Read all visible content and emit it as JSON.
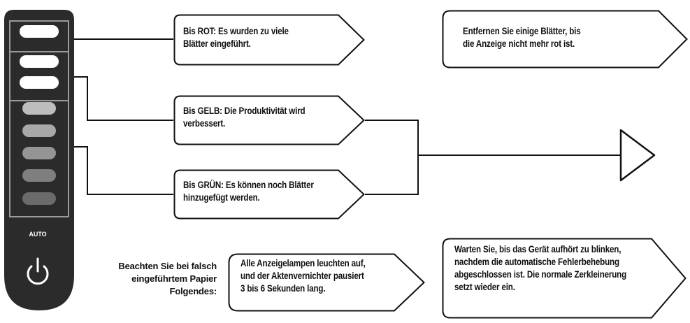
{
  "panel": {
    "auto_label": "AUTO",
    "indicator_colors": [
      "#ffffff",
      "#ffffff",
      "#ffffff",
      "#bdbdbd",
      "#a8a8a8",
      "#959595",
      "#7f7f7f",
      "#6b6b6b"
    ],
    "panel_color": "#2b2b2b"
  },
  "callouts": {
    "red": [
      "Bis ROT: Es wurden zu viele",
      "Blätter eingeführt."
    ],
    "red_action": [
      "Entfernen Sie einige Blätter, bis",
      "die Anzeige nicht mehr rot ist."
    ],
    "yellow": [
      "Bis GELB: Die Produktivität wird",
      "verbessert."
    ],
    "green": [
      "Bis GRÜN: Es können noch Blätter",
      "hinzugefügt werden."
    ],
    "jam": [
      "Alle Anzeigelampen leuchten auf,",
      "und der Aktenvernichter pausiert",
      "3 bis 6 Sekunden lang."
    ],
    "jam_action": [
      "Warten Sie, bis das Gerät aufhört zu blinken,",
      "nachdem die automatische Fehlerbehebung",
      "abgeschlossen ist. Die normale Zerkleinerung",
      "setzt wieder ein."
    ]
  },
  "note": [
    "Beachten Sie bei falsch",
    "eingeführtem Papier",
    "Folgendes:"
  ]
}
